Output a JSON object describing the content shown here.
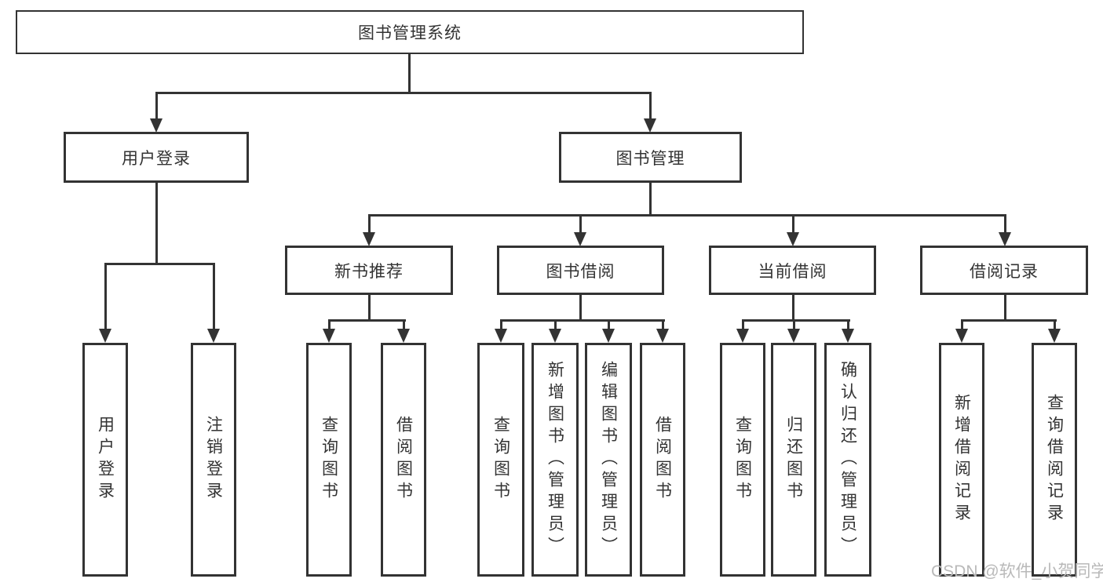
{
  "diagram": {
    "title": "图书管理系统",
    "level2": {
      "user_login": "用户登录",
      "book_management": "图书管理"
    },
    "level3": {
      "new_book": "新书推荐",
      "book_borrow": "图书借阅",
      "current_borrow": "当前借阅",
      "borrow_record": "借阅记录"
    },
    "leaves": {
      "user_login": [
        "用户登录",
        "注销登录"
      ],
      "new_book": [
        "查询图书",
        "借阅图书"
      ],
      "book_borrow": [
        "查询图书",
        "新增图书（管理员）",
        "编辑图书（管理员）",
        "借阅图书"
      ],
      "current_borrow": [
        "查询图书",
        "归还图书",
        "确认归还（管理员）"
      ],
      "borrow_record": [
        "新增借阅记录",
        "查询借阅记录"
      ]
    }
  },
  "watermark": "CSDN @软件_小贺同学",
  "colors": {
    "line": "#333333",
    "text": "#333333",
    "watermark": "#b9b9b9",
    "background": "#ffffff"
  }
}
